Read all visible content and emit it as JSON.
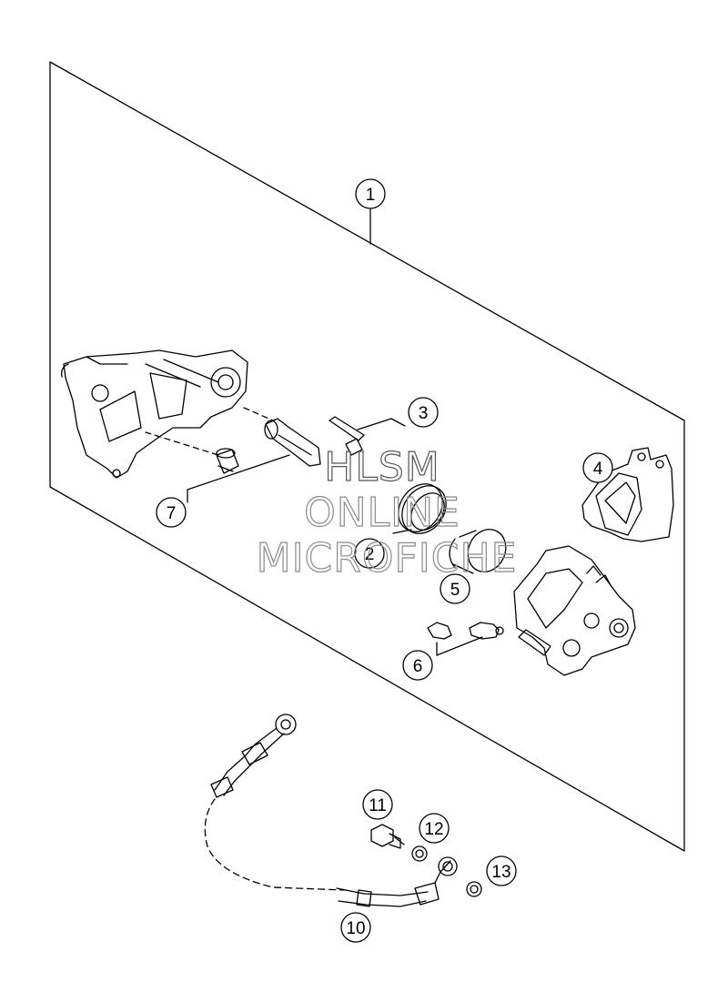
{
  "callouts": [
    {
      "id": "1",
      "label": "1"
    },
    {
      "id": "2",
      "label": "2"
    },
    {
      "id": "3",
      "label": "3"
    },
    {
      "id": "4",
      "label": "4"
    },
    {
      "id": "5",
      "label": "5"
    },
    {
      "id": "6",
      "label": "6"
    },
    {
      "id": "7",
      "label": "7"
    },
    {
      "id": "10",
      "label": "10"
    },
    {
      "id": "11",
      "label": "11"
    },
    {
      "id": "12",
      "label": "12"
    },
    {
      "id": "13",
      "label": "13"
    }
  ],
  "watermark": {
    "line1": "HLSM",
    "line2": "ONLINE",
    "line3": "MICROFICHE"
  },
  "colors": {
    "line": "#000000",
    "watermark": "#8a8a8a",
    "background": "#ffffff"
  }
}
